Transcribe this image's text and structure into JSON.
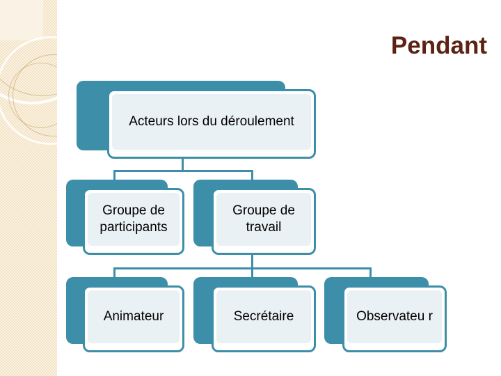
{
  "slide": {
    "title": "Pendant",
    "title_color": "#5C2314",
    "accent_color": "#3D8EA8",
    "node_fill_color": "#EAF1F4",
    "background_color": "#FFFFFF",
    "sidebar_color": "#F3E3C4"
  },
  "chart_data": {
    "type": "diagram",
    "diagram_kind": "org-chart",
    "title": "Pendant",
    "nodes": [
      {
        "id": "root",
        "label": "Acteurs lors du déroulement",
        "level": 0,
        "parent": null
      },
      {
        "id": "participants",
        "label": "Groupe de participants",
        "level": 1,
        "parent": "root"
      },
      {
        "id": "travail",
        "label": "Groupe de travail",
        "level": 1,
        "parent": "root"
      },
      {
        "id": "animateur",
        "label": "Animateur",
        "level": 2,
        "parent": "travail"
      },
      {
        "id": "secretaire",
        "label": "Secrétaire",
        "level": 2,
        "parent": "travail"
      },
      {
        "id": "observateur",
        "label": "Observateu r",
        "level": 2,
        "parent": "travail"
      }
    ],
    "edges": [
      {
        "from": "root",
        "to": "participants"
      },
      {
        "from": "root",
        "to": "travail"
      },
      {
        "from": "travail",
        "to": "animateur"
      },
      {
        "from": "travail",
        "to": "secretaire"
      },
      {
        "from": "travail",
        "to": "observateur"
      }
    ]
  }
}
